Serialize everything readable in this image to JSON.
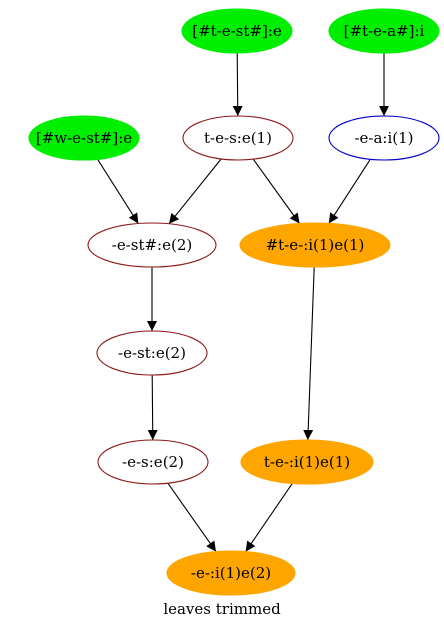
{
  "caption": "leaves trimmed",
  "colors": {
    "leaf_fill": "#00ee00",
    "highlight_fill": "#ffa500",
    "plain_fill": "#ffffff",
    "dark_red_stroke": "#8b1a1a",
    "blue_stroke": "#0000cd",
    "edge": "#000000"
  },
  "nodes": [
    {
      "id": "n_t_e_st",
      "label": "[#t-e-st#]:e",
      "fill": "#00ee00",
      "stroke": "#00ee00"
    },
    {
      "id": "n_t_e_a",
      "label": "[#t-e-a#]:i",
      "fill": "#00ee00",
      "stroke": "#00ee00"
    },
    {
      "id": "n_w_e_st",
      "label": "[#w-e-st#]:e",
      "fill": "#00ee00",
      "stroke": "#00ee00"
    },
    {
      "id": "n_tes",
      "label": "t-e-s:e(1)",
      "fill": "#ffffff",
      "stroke": "#8b1a1a"
    },
    {
      "id": "n_ea",
      "label": "-e-a:i(1)",
      "fill": "#ffffff",
      "stroke": "#0000cd"
    },
    {
      "id": "n_est_hash",
      "label": "-e-st#:e(2)",
      "fill": "#ffffff",
      "stroke": "#8b1a1a"
    },
    {
      "id": "n_hash_te",
      "label": "#t-e-:i(1)e(1)",
      "fill": "#ffa500",
      "stroke": "#ffa500"
    },
    {
      "id": "n_est",
      "label": "-e-st:e(2)",
      "fill": "#ffffff",
      "stroke": "#8b1a1a"
    },
    {
      "id": "n_es",
      "label": "-e-s:e(2)",
      "fill": "#ffffff",
      "stroke": "#8b1a1a"
    },
    {
      "id": "n_te",
      "label": "t-e-:i(1)e(1)",
      "fill": "#ffa500",
      "stroke": "#ffa500"
    },
    {
      "id": "n_e",
      "label": "-e-:i(1)e(2)",
      "fill": "#ffa500",
      "stroke": "#ffa500"
    }
  ],
  "edges": [
    {
      "from": "n_t_e_st",
      "to": "n_tes"
    },
    {
      "from": "n_t_e_a",
      "to": "n_ea"
    },
    {
      "from": "n_w_e_st",
      "to": "n_est_hash"
    },
    {
      "from": "n_tes",
      "to": "n_est_hash"
    },
    {
      "from": "n_tes",
      "to": "n_hash_te"
    },
    {
      "from": "n_ea",
      "to": "n_hash_te"
    },
    {
      "from": "n_est_hash",
      "to": "n_est"
    },
    {
      "from": "n_est",
      "to": "n_es"
    },
    {
      "from": "n_hash_te",
      "to": "n_te"
    },
    {
      "from": "n_es",
      "to": "n_e"
    },
    {
      "from": "n_te",
      "to": "n_e"
    }
  ]
}
